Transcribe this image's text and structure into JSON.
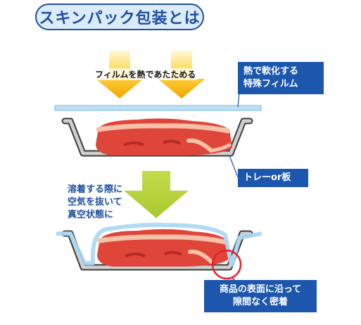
{
  "title": "スキンパック包装とは",
  "heat_label": "フィルムを熱であたためる",
  "film_callout": [
    "熱で軟化する",
    "特殊フィルム"
  ],
  "tray_callout": "トレーor板",
  "process_label": [
    "溶着する際に",
    "空気を抜いて",
    "真空状態に"
  ],
  "surface_callout": [
    "商品の表面に沿って",
    "隙間なく密着"
  ],
  "colors": {
    "accent_blue": "#1d57ad",
    "title_fill": "#dcebf8",
    "film": "#bfe0f4",
    "arrow_orange": "#f7b400",
    "arrow_green": "#b5d334",
    "meat_red": "#e0453a",
    "highlight_circle": "#e8202a"
  }
}
